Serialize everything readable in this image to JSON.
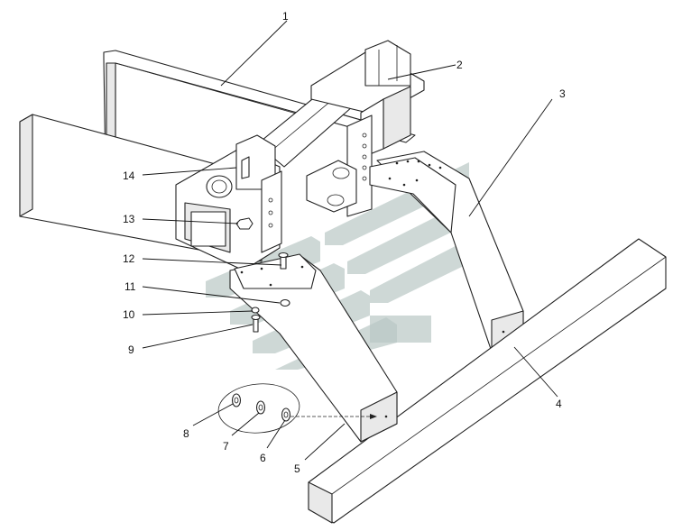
{
  "diagram": {
    "callouts": [
      {
        "id": "c1",
        "text": "1"
      },
      {
        "id": "c2",
        "text": "2"
      },
      {
        "id": "c3",
        "text": "3"
      },
      {
        "id": "c4",
        "text": "4"
      },
      {
        "id": "c5",
        "text": "5"
      },
      {
        "id": "c6",
        "text": "6"
      },
      {
        "id": "c7",
        "text": "7"
      },
      {
        "id": "c8",
        "text": "8"
      },
      {
        "id": "c9",
        "text": "9"
      },
      {
        "id": "c10",
        "text": "10"
      },
      {
        "id": "c11",
        "text": "11"
      },
      {
        "id": "c12",
        "text": "12"
      },
      {
        "id": "c13",
        "text": "13"
      },
      {
        "id": "c14",
        "text": "14"
      }
    ],
    "watermark": "logo-chevrons"
  }
}
